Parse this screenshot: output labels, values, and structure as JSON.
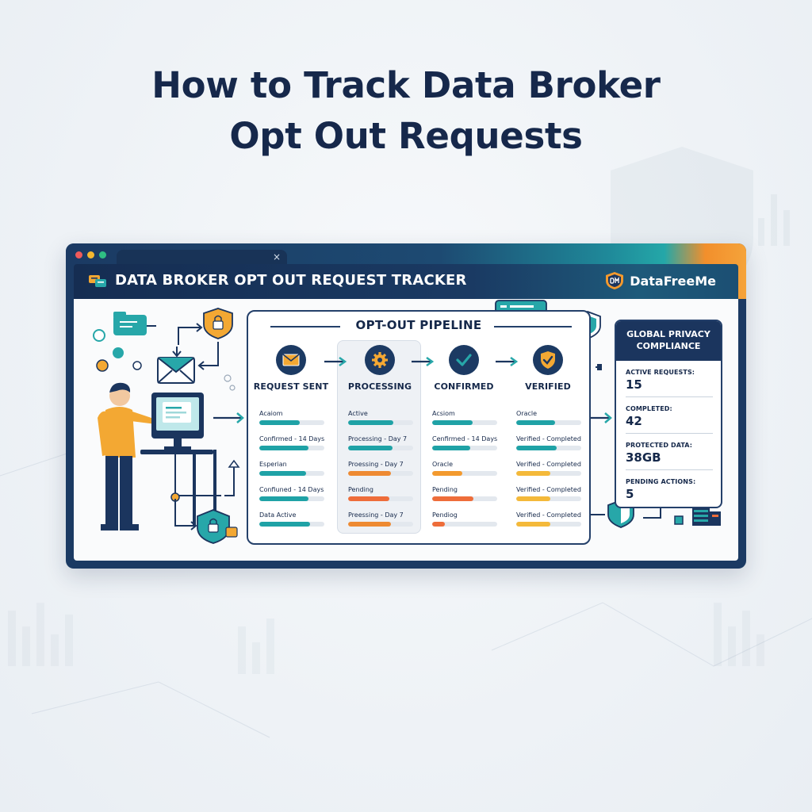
{
  "page_title": [
    "How to Track Data Broker",
    "Opt Out Requests"
  ],
  "colors": {
    "navy": "#1b355e",
    "teal": "#1fa2a6",
    "orange": "#f39a2e",
    "yellow": "#f4b93a",
    "red_orange": "#ee6d3a",
    "figure_shirt": "#f3a833"
  },
  "window": {
    "title": "DATA BROKER OPT OUT REQUEST TRACKER",
    "brand": "DataFreeMe",
    "tab_close": "×"
  },
  "pipeline": {
    "title": "OPT-OUT PIPELINE",
    "stages": [
      {
        "label": "REQUEST SENT",
        "icon": "envelope-icon",
        "items": [
          {
            "label": "Acaiom",
            "progress": 0.62,
            "color": "#1fa2a6"
          },
          {
            "label": "Confirmed - 14 Days",
            "progress": 0.75,
            "color": "#1fa2a6"
          },
          {
            "label": "Esperian",
            "progress": 0.72,
            "color": "#1fa2a6"
          },
          {
            "label": "Confiuned - 14 Days",
            "progress": 0.75,
            "color": "#1fa2a6"
          },
          {
            "label": "Data Active",
            "progress": 0.78,
            "color": "#1fa2a6"
          }
        ]
      },
      {
        "label": "PROCESSING",
        "icon": "gear-icon",
        "items": [
          {
            "label": "Active",
            "progress": 0.7,
            "color": "#1fa2a6"
          },
          {
            "label": "Processing - Day 7",
            "progress": 0.68,
            "color": "#1fa2a6"
          },
          {
            "label": "Proessing - Day 7",
            "progress": 0.66,
            "color": "#ee8a32"
          },
          {
            "label": "Pending",
            "progress": 0.64,
            "color": "#ee6d3a"
          },
          {
            "label": "Preessing - Day 7",
            "progress": 0.66,
            "color": "#ee8a32"
          }
        ]
      },
      {
        "label": "CONFIRMED",
        "icon": "checkmark-icon",
        "items": [
          {
            "label": "Acsiom",
            "progress": 0.62,
            "color": "#1fa2a6"
          },
          {
            "label": "Cenfirmed - 14 Days",
            "progress": 0.58,
            "color": "#1fa2a6"
          },
          {
            "label": "Oracle",
            "progress": 0.46,
            "color": "#f39a2e"
          },
          {
            "label": "Pending",
            "progress": 0.64,
            "color": "#ee6d3a"
          },
          {
            "label": "Pendiog",
            "progress": 0.2,
            "color": "#ee6d3a"
          }
        ]
      },
      {
        "label": "VERIFIED",
        "icon": "shield-check-icon",
        "items": [
          {
            "label": "Oracle",
            "progress": 0.6,
            "color": "#1fa2a6"
          },
          {
            "label": "Verified - Completed",
            "progress": 0.62,
            "color": "#1fa2a6"
          },
          {
            "label": "Verified - Completed",
            "progress": 0.52,
            "color": "#f4b93a"
          },
          {
            "label": "Verified - Completed",
            "progress": 0.52,
            "color": "#f4b93a"
          },
          {
            "label": "Verified - Completed",
            "progress": 0.52,
            "color": "#f4b93a"
          }
        ]
      }
    ]
  },
  "compliance": {
    "title": [
      "GLOBAL PRIVACY",
      "COMPLIANCE"
    ],
    "metrics": [
      {
        "label": "ACTIVE REQUESTS:",
        "value": "15"
      },
      {
        "label": "COMPLETED:",
        "value": "42"
      },
      {
        "label": "PROTECTED DATA:",
        "value": "38GB"
      },
      {
        "label": "PENDING ACTIONS:",
        "value": "5"
      }
    ]
  }
}
